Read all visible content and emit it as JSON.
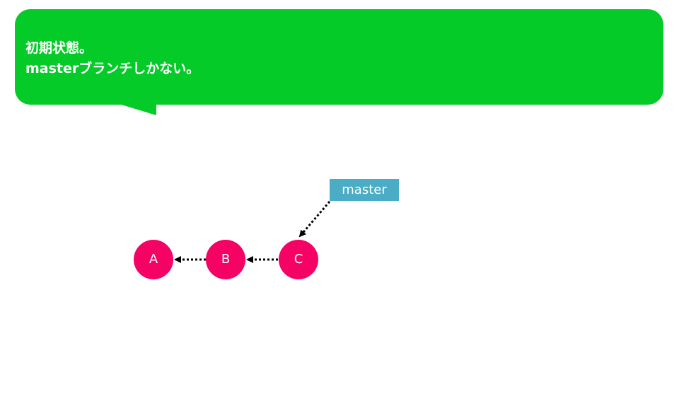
{
  "callout": {
    "line1": "初期状態。",
    "line2": "masterブランチしかない。"
  },
  "branch": {
    "label": "master"
  },
  "commits": [
    {
      "id": "A"
    },
    {
      "id": "B"
    },
    {
      "id": "C"
    }
  ],
  "colors": {
    "callout": "#05cb28",
    "branch_label": "#4bacc6",
    "commit": "#f50265",
    "arrow": "#000000"
  }
}
